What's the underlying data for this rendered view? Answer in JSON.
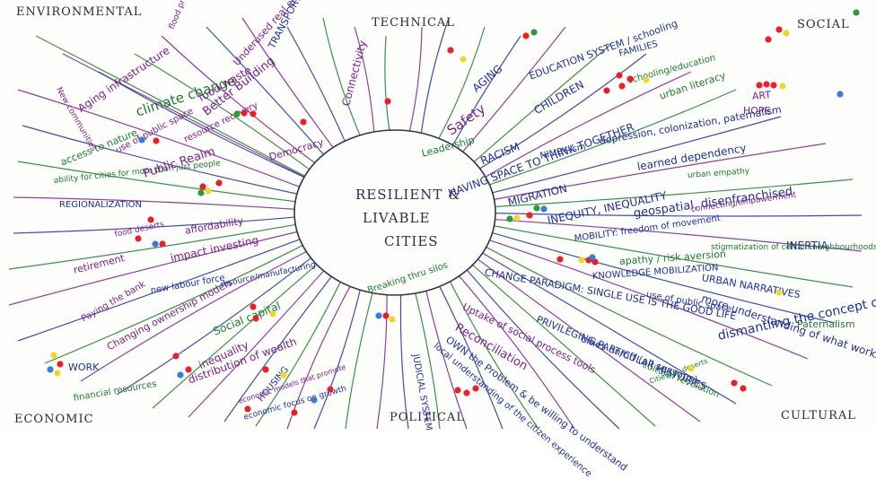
{
  "categories": {
    "environmental": "ENVIRONMENTAL",
    "technical": "TECHNICAL",
    "social": "SOCIAL",
    "economic": "ECONOMIC",
    "political": "POLITICAL",
    "cultural": "CULTURAL"
  },
  "center": {
    "line1": "RESILIENT &",
    "line2": "LIVABLE",
    "line3": "CITIES"
  },
  "colors": {
    "blue": "#1f2f9a",
    "purple": "#7a1f8a",
    "green": "#1f7a2e",
    "dot_red": "#e8202a",
    "dot_yellow": "#f0d82a",
    "dot_green": "#2a9a3a",
    "dot_blue": "#3a7ad8"
  },
  "notes": [
    {
      "id": "climate-change",
      "text": "climate change",
      "color": "green"
    },
    {
      "id": "food-waste",
      "text": "food waste",
      "color": "purple"
    },
    {
      "id": "better-building",
      "text": "Better Building",
      "color": "purple"
    },
    {
      "id": "underused-real-estate",
      "text": "Underused real estate",
      "color": "purple"
    },
    {
      "id": "transport-issues",
      "text": "TRANSPORT ISSUES",
      "color": "blue"
    },
    {
      "id": "connectivity",
      "text": "Connectivity",
      "color": "purple"
    },
    {
      "id": "democracy",
      "text": "Democracy",
      "color": "purple"
    },
    {
      "id": "leadership",
      "text": "Leadership",
      "color": "green"
    },
    {
      "id": "safety",
      "text": "Safety",
      "color": "purple"
    },
    {
      "id": "aging",
      "text": "AGING",
      "color": "blue"
    },
    {
      "id": "education-system",
      "text": "EDUCATION SYSTEM / schooling",
      "color": "blue"
    },
    {
      "id": "children",
      "text": "CHILDREN",
      "color": "blue"
    },
    {
      "id": "families",
      "text": "FAMILIES",
      "color": "blue"
    },
    {
      "id": "schooling-education",
      "text": "schooling/education",
      "color": "green"
    },
    {
      "id": "urban-literacy",
      "text": "urban literacy",
      "color": "green"
    },
    {
      "id": "art",
      "text": "ART",
      "color": "purple"
    },
    {
      "id": "hope",
      "text": "HOPE",
      "color": "purple"
    },
    {
      "id": "depression",
      "text": "depression, colonization, paternalism",
      "color": "blue"
    },
    {
      "id": "racism",
      "text": "RACISM",
      "color": "blue"
    },
    {
      "id": "nimby-ism",
      "text": "NIMBY-ism",
      "color": "blue"
    },
    {
      "id": "having-space",
      "text": "HAVING SPACE TO THINK TOGETHER",
      "color": "blue"
    },
    {
      "id": "learned-dependency",
      "text": "learned dependency",
      "color": "blue"
    },
    {
      "id": "urban-empathy",
      "text": "urban empathy",
      "color": "green"
    },
    {
      "id": "migration",
      "text": "MIGRATION",
      "color": "blue"
    },
    {
      "id": "inequity-inequality",
      "text": "INEQUITY, INEQUALITY",
      "color": "blue"
    },
    {
      "id": "geospatial",
      "text": "geospatial, disenfranchised",
      "color": "blue"
    },
    {
      "id": "connecting-empowerment",
      "text": "connecting/empowerment",
      "color": "purple"
    },
    {
      "id": "mobility",
      "text": "MOBILITY: freedom of movement",
      "color": "blue"
    },
    {
      "id": "inertia",
      "text": "INERTIA",
      "color": "blue"
    },
    {
      "id": "stigmatization",
      "text": "stigmatization of certain neighbourhoods",
      "color": "green"
    },
    {
      "id": "apathy",
      "text": "apathy / risk aversion",
      "color": "green"
    },
    {
      "id": "knowledge-mobilization",
      "text": "KNOWLEDGE MOBILIZATION",
      "color": "blue"
    },
    {
      "id": "urban-narratives",
      "text": "URBAN NARRATIVES",
      "color": "blue"
    },
    {
      "id": "change-paradigm",
      "text": "CHANGE PARADIGM: SINGLE USE IS THE GOOD LIFE",
      "color": "blue"
    },
    {
      "id": "use-of-public-space",
      "text": "use of public space",
      "color": "blue"
    },
    {
      "id": "more-understanding",
      "text": "more understanding of what works",
      "color": "blue"
    },
    {
      "id": "paternalism",
      "text": "Paternalism",
      "color": "green"
    },
    {
      "id": "dismantling",
      "text": "dismantling the concept of \"normal\"",
      "color": "blue"
    },
    {
      "id": "privileging",
      "text": "PRIVILEGING PARTICULAR HISTORIES",
      "color": "blue"
    },
    {
      "id": "cities-on-off",
      "text": "cities on/off (all seasons)",
      "color": "blue"
    },
    {
      "id": "uptake-social-process",
      "text": "Uptake of social process tools",
      "color": "purple"
    },
    {
      "id": "reconciliation",
      "text": "Reconciliation",
      "color": "purple"
    },
    {
      "id": "cultural-revolution",
      "text": "cultural revolution",
      "color": "green"
    },
    {
      "id": "cities-vs-deserts",
      "text": "Cities vs. deserts",
      "color": "green"
    },
    {
      "id": "own-the-problem",
      "text": "OWN the Problem & be willing to understand",
      "color": "blue"
    },
    {
      "id": "local-understanding",
      "text": "local understanding of the citizen experience",
      "color": "blue"
    },
    {
      "id": "judicial-system",
      "text": "JUDICIAL SYSTEM",
      "color": "blue"
    },
    {
      "id": "breaking-thru-silos",
      "text": "Breaking thru silos",
      "color": "green"
    },
    {
      "id": "housing",
      "text": "HOUSING",
      "color": "blue"
    },
    {
      "id": "economic-focus",
      "text": "economic focus on growth",
      "color": "blue"
    },
    {
      "id": "economic-models",
      "text": "economic models that promote",
      "color": "purple"
    },
    {
      "id": "social-capital",
      "text": "Social capital",
      "color": "green"
    },
    {
      "id": "inequality-eco",
      "text": "inequality",
      "color": "purple"
    },
    {
      "id": "distribution-of-wealth",
      "text": "distribution of wealth",
      "color": "purple"
    },
    {
      "id": "changing-ownership",
      "text": "Changing ownership models",
      "color": "purple"
    },
    {
      "id": "work",
      "text": "WORK",
      "color": "blue"
    },
    {
      "id": "financial-resources",
      "text": "financial resources",
      "color": "green"
    },
    {
      "id": "paying-the-bank",
      "text": "Paying the bank",
      "color": "purple"
    },
    {
      "id": "new-labour-force",
      "text": "new labour force",
      "color": "blue"
    },
    {
      "id": "resource-manufacturing",
      "text": "resource/manufacturing",
      "color": "blue"
    },
    {
      "id": "retirement",
      "text": "retirement",
      "color": "purple"
    },
    {
      "id": "impact-investing",
      "text": "impact investing",
      "color": "purple"
    },
    {
      "id": "food-deserts",
      "text": "food deserts",
      "color": "purple"
    },
    {
      "id": "affordability",
      "text": "affordability",
      "color": "purple"
    },
    {
      "id": "regionalization",
      "text": "REGIONALIZATION",
      "color": "blue"
    },
    {
      "id": "ability-for-cities",
      "text": "ability for cities for more than just people",
      "color": "green"
    },
    {
      "id": "access-to-nature",
      "text": "access to nature",
      "color": "green"
    },
    {
      "id": "public-realm",
      "text": "Public Realm",
      "color": "purple"
    },
    {
      "id": "resource-recovery",
      "text": "resource recovery",
      "color": "purple"
    },
    {
      "id": "use-of-public-space-env",
      "text": "use of public space",
      "color": "purple"
    },
    {
      "id": "aging-infrastructure",
      "text": "Aging infrastructure",
      "color": "purple"
    },
    {
      "id": "new-communities",
      "text": "New communities",
      "color": "purple"
    },
    {
      "id": "flood-protection",
      "text": "flood protection",
      "color": "purple"
    }
  ]
}
